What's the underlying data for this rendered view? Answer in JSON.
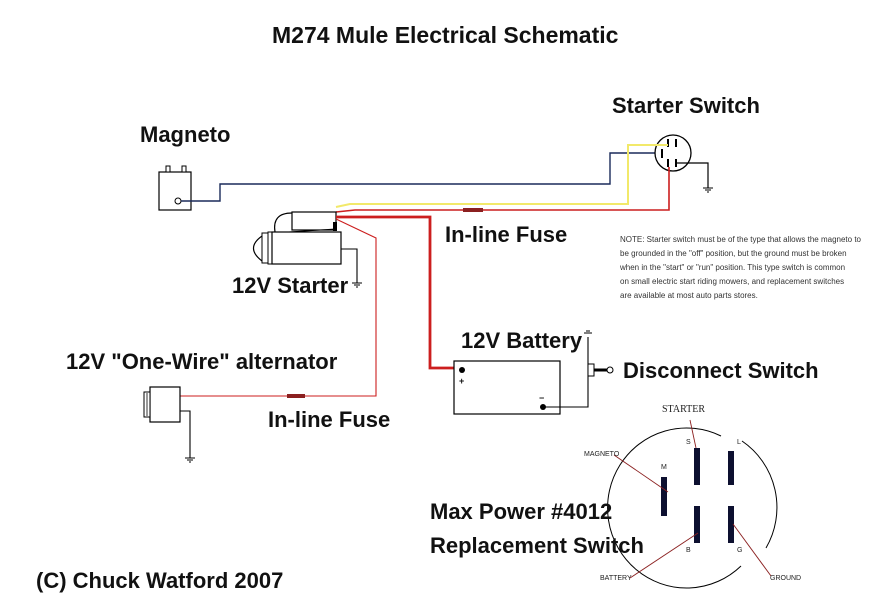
{
  "title": "M274 Mule Electrical Schematic",
  "labels": {
    "magneto": "Magneto",
    "starter_switch": "Starter Switch",
    "starter": "12V Starter",
    "fuse_top": "In-line Fuse",
    "alternator": "12V \"One-Wire\" alternator",
    "fuse_bottom": "In-line Fuse",
    "battery": "12V Battery",
    "disconnect_switch": "Disconnect Switch",
    "replacement_line1": "Max Power #4012",
    "replacement_line2": "Replacement Switch",
    "copyright": "(C) Chuck Watford 2007",
    "battery_plus": "+",
    "battery_minus": "−"
  },
  "note": [
    "NOTE: Starter switch must be of the type that allows the magneto to",
    "be grounded in the \"off\" position, but the ground must be broken",
    "when in the \"start\" or \"run\" position. This type switch is common",
    "on small electric start riding mowers, and replacement switches",
    "are available at most auto parts stores."
  ],
  "switch_detail": {
    "starter": "STARTER",
    "magneto": "MAGNETO",
    "battery": "BATTERY",
    "ground": "GROUND",
    "pins": {
      "s": "S",
      "l": "L",
      "m": "M",
      "b": "B",
      "g": "G"
    }
  },
  "wire_colors": {
    "magneto": "#1a2a5a",
    "starter_signal": "#f2e96a",
    "power": "#cc1e1e",
    "leader": "#8b2020",
    "fuse": "#8b2020"
  }
}
